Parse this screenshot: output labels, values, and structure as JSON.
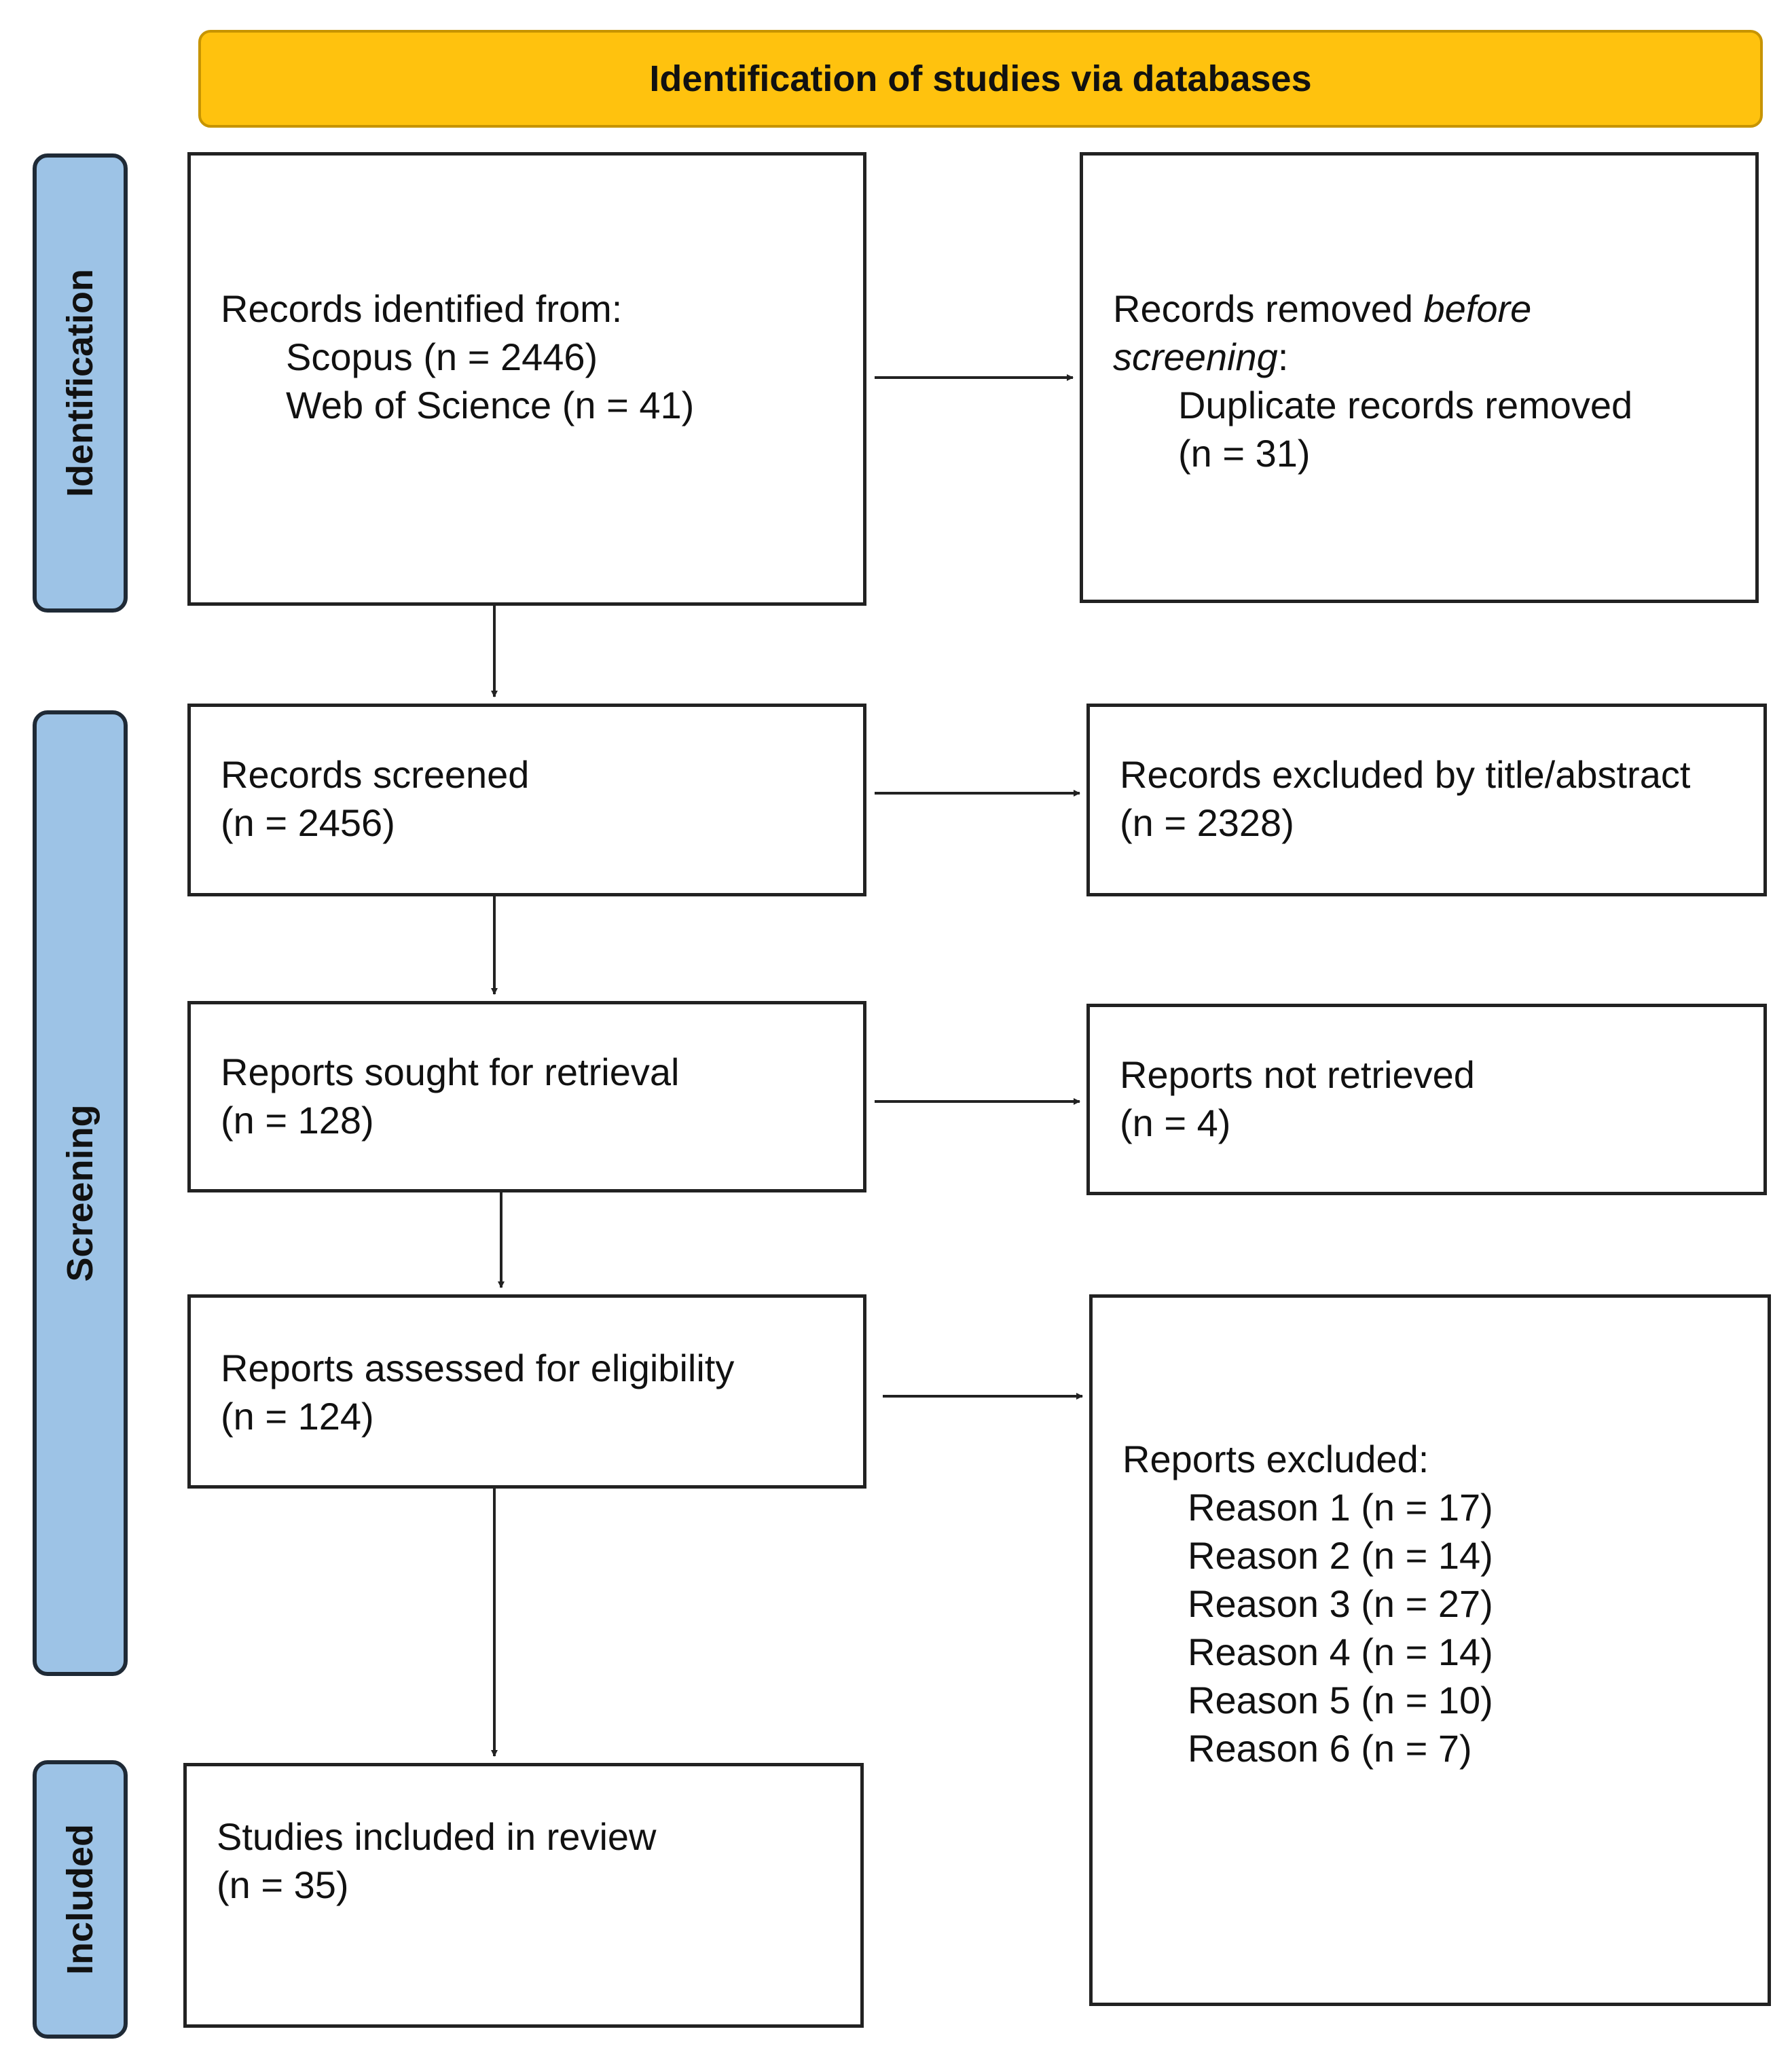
{
  "header": {
    "title": "Identification of studies via databases"
  },
  "phases": {
    "identification": "Identification",
    "screening": "Screening",
    "included": "Included"
  },
  "boxes": {
    "records_identified": {
      "title": "Records identified from:",
      "sources": [
        "Scopus (n = 2446)",
        "Web of Science (n = 41)"
      ]
    },
    "records_removed": {
      "title_prefix": "Records removed ",
      "title_italic": "before",
      "title_italic_2": "screening",
      "title_suffix": ":",
      "detail_1": "Duplicate records removed",
      "detail_2": "(n = 31)"
    },
    "records_screened": {
      "title": "Records screened",
      "count": "(n = 2456)"
    },
    "records_excluded": {
      "title": "Records excluded by title/abstract",
      "count": "(n = 2328)"
    },
    "reports_sought": {
      "title": "Reports sought for retrieval",
      "count": "(n = 128)"
    },
    "reports_not_retrieved": {
      "title": "Reports not retrieved",
      "count": "(n = 4)"
    },
    "reports_assessed": {
      "title": "Reports assessed for eligibility",
      "count": "(n = 124)"
    },
    "reports_excluded": {
      "title": "Reports excluded:",
      "reasons": [
        "Reason 1 (n = 17)",
        "Reason 2 (n = 14)",
        "Reason 3 (n = 27)",
        "Reason 4 (n = 14)",
        "Reason 5 (n = 10)",
        "Reason 6 (n = 7)"
      ]
    },
    "studies_included": {
      "title": "Studies included in review",
      "count": "(n = 35)"
    }
  },
  "colors": {
    "header_fill": "#FFC20E",
    "phase_fill": "#9DC3E6",
    "box_border": "#222222"
  }
}
